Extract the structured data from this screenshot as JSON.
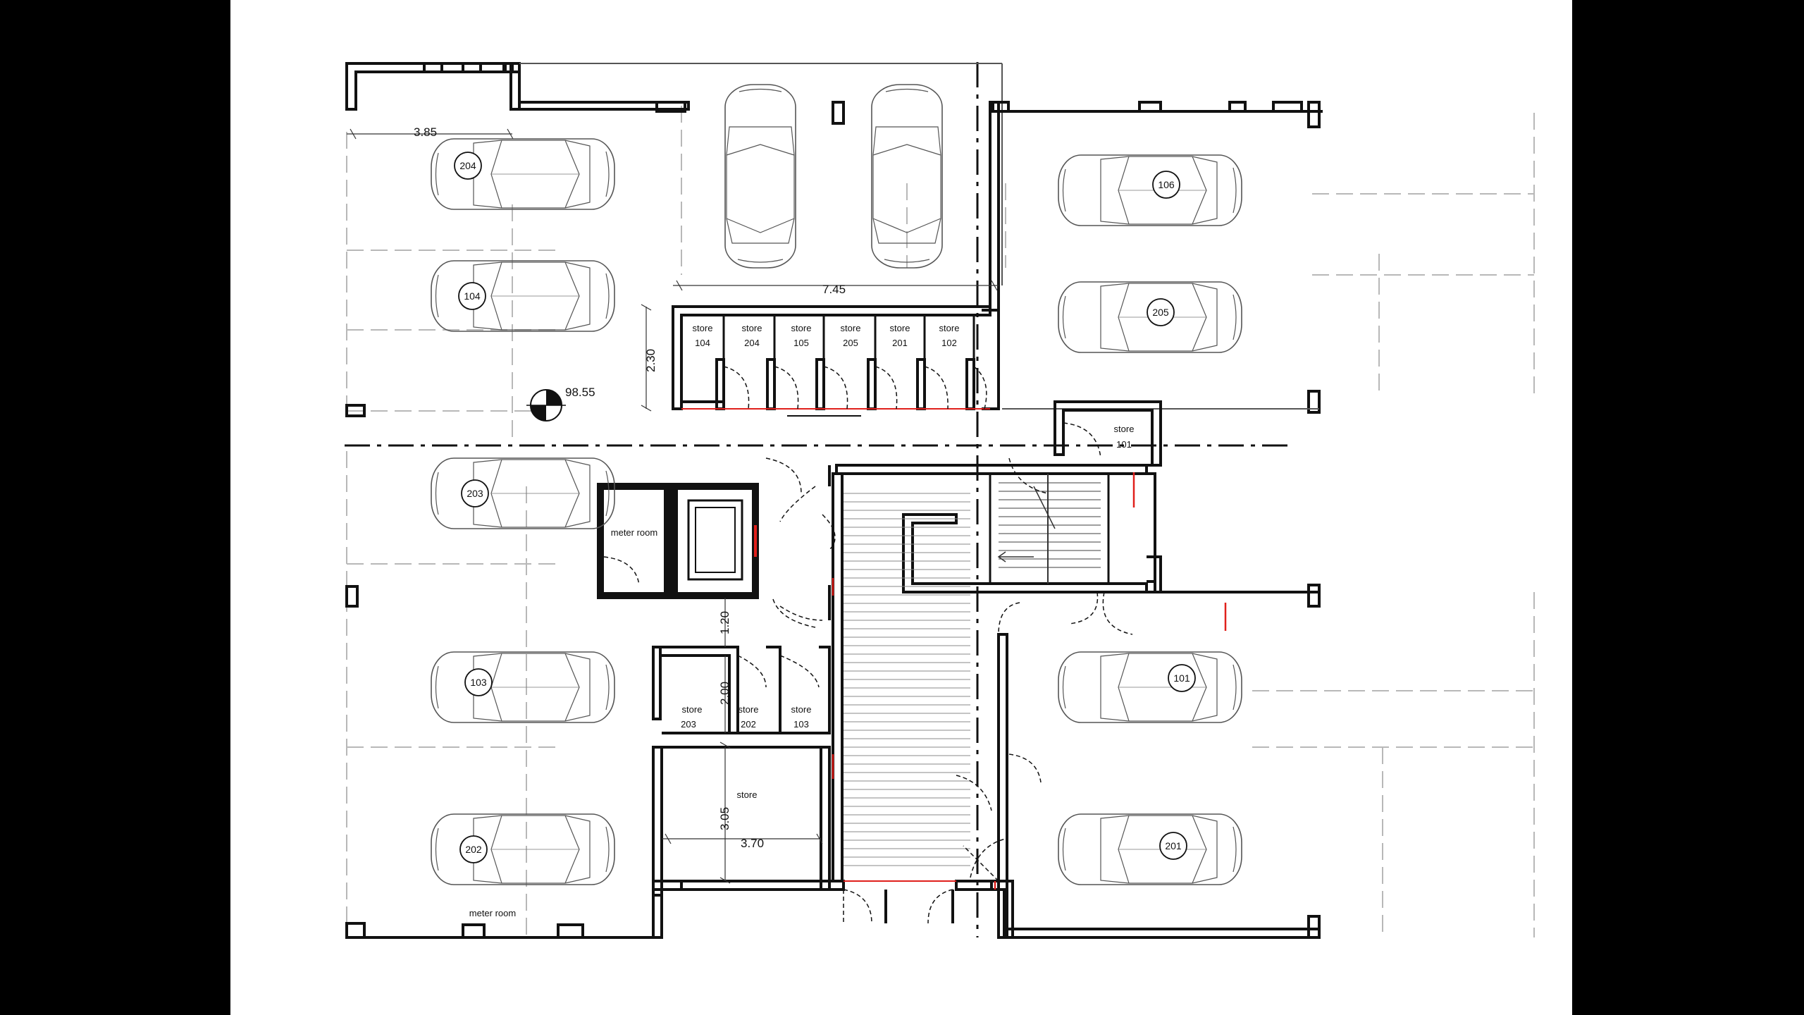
{
  "colors": {
    "background": "#000000",
    "sheet": "#ffffff",
    "wall": "#111111",
    "fine_line": "#555555",
    "hidden_line": "#b8b8b8",
    "door_accent": "#e0201c"
  },
  "parking_spaces": [
    {
      "id": "p204",
      "label": "204"
    },
    {
      "id": "p104",
      "label": "104"
    },
    {
      "id": "p203",
      "label": "203"
    },
    {
      "id": "p103",
      "label": "103"
    },
    {
      "id": "p202",
      "label": "202"
    },
    {
      "id": "p106",
      "label": "106"
    },
    {
      "id": "p205",
      "label": "205"
    },
    {
      "id": "p101",
      "label": "101"
    },
    {
      "id": "p201",
      "label": "201"
    }
  ],
  "store_rooms": [
    {
      "line1": "store",
      "line2": "104"
    },
    {
      "line1": "store",
      "line2": "204"
    },
    {
      "line1": "store",
      "line2": "105"
    },
    {
      "line1": "store",
      "line2": "205"
    },
    {
      "line1": "store",
      "line2": "201"
    },
    {
      "line1": "store",
      "line2": "102"
    }
  ],
  "lower_stores": [
    {
      "line1": "store",
      "line2": "203"
    },
    {
      "line1": "store",
      "line2": "202"
    },
    {
      "line1": "store",
      "line2": "103"
    }
  ],
  "store_101": {
    "line1": "store",
    "line2": "101"
  },
  "big_store": "store",
  "meter_room_1": "meter room",
  "meter_room_2": "meter room",
  "level_mark": "98.55",
  "dimensions": {
    "d385": "3.85",
    "d745": "7.45",
    "d230": "2.30",
    "d120": "1.20",
    "d200": "2.00",
    "d305": "3.05",
    "d370": "3.70"
  },
  "icons": {
    "level": "level-marker-icon",
    "car": "car-icon",
    "elevator": "elevator-icon",
    "stair": "stair-arrow-icon"
  }
}
